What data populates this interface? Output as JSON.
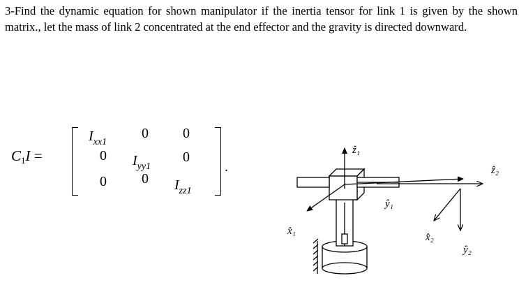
{
  "problem": {
    "text": "3-Find the dynamic equation for shown manipulator if the inertia tensor for link  1 is given by the shown matrix., let the mass of link 2 concentrated at the end effector and the gravity is directed downward."
  },
  "equation": {
    "lhs_symbol": "C",
    "lhs_subscript": "1",
    "lhs_tensor": "I",
    "equals": "=",
    "matrix": {
      "r0c0_base": "I",
      "r0c0_sub": "xx1",
      "r0c1": "0",
      "r0c2": "0",
      "r1c0": "0",
      "r1c1_base": "I",
      "r1c1_sub": "yy1",
      "r1c2": "0",
      "r2c0": "0",
      "r2c1": "0",
      "r2c2_base": "I",
      "r2c2_sub": "zz1"
    },
    "terminator": "."
  },
  "diagram": {
    "labels": {
      "z1": "ẑ₁",
      "x1": "x̂₁",
      "y1": "ŷ₁",
      "z2": "ẑ₂",
      "x2": "x̂₂",
      "y2": "ŷ₂"
    }
  }
}
